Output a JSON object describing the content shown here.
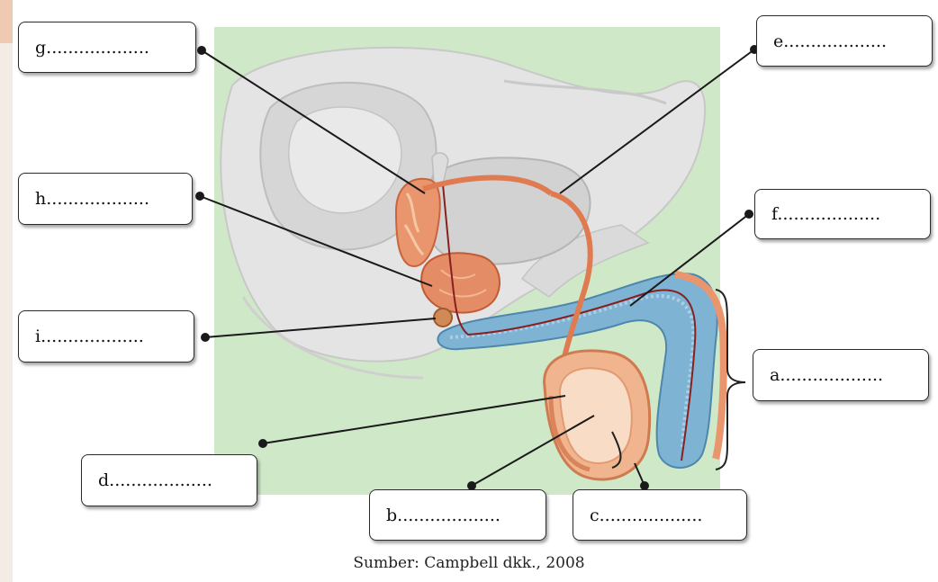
{
  "labels": {
    "g": "g...................",
    "e": "e...................",
    "h": "h...................",
    "f": "f...................",
    "i": "i...................",
    "a": "a...................",
    "d": "d...................",
    "b": "b...................",
    "c": "c..................."
  },
  "caption": "Sumber: Campbell dkk., 2008",
  "colors": {
    "background_green": "#cfe8c8",
    "organ_orange": "#e9966f",
    "erectile_blue": "#7fb3d4",
    "pelvis_gray": "#e3e3e3",
    "leader_line": "#1a1a1a"
  }
}
